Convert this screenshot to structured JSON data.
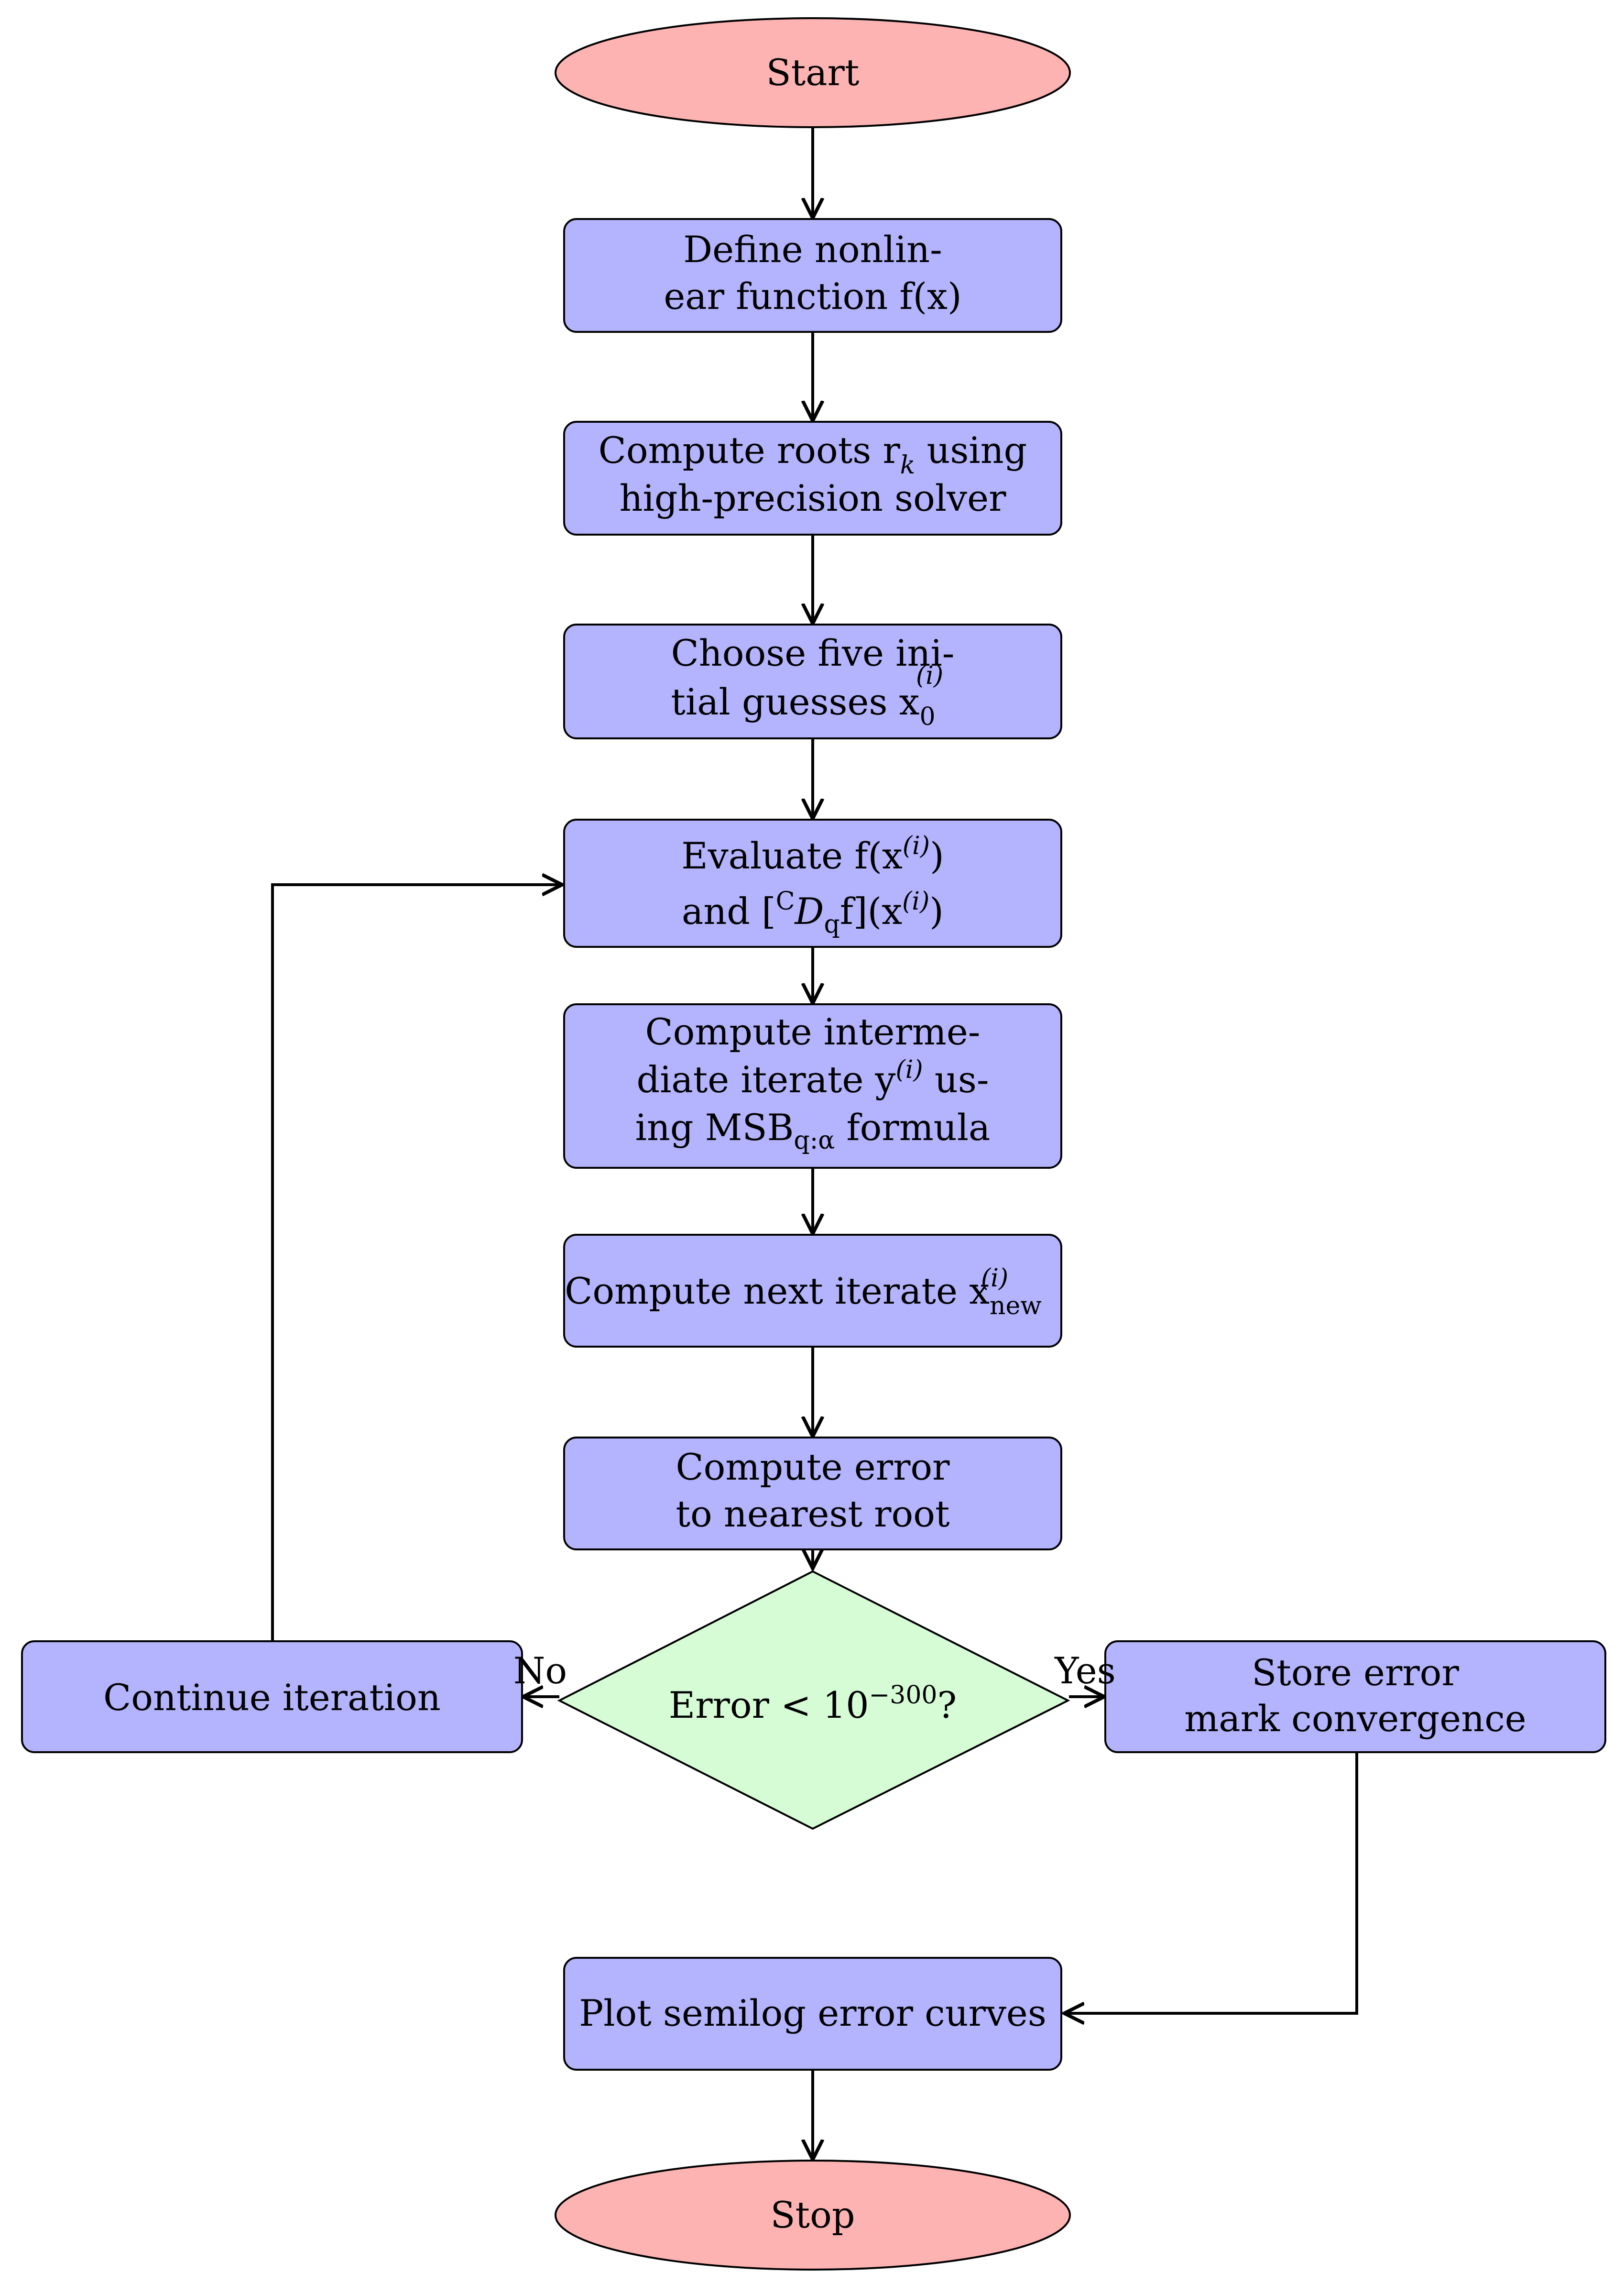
{
  "diagram": {
    "start": "Start",
    "stop": "Stop",
    "step_define": [
      "Define nonlin-",
      "ear function f(x)"
    ],
    "step_roots": [
      "Compute roots r",
      "k",
      " using",
      "high-precision solver"
    ],
    "step_guesses": [
      "Choose five ini-",
      "tial guesses x",
      "0",
      "(i)"
    ],
    "step_evaluate": [
      "Evaluate f(x",
      "(i)",
      ")",
      "and [",
      "C",
      "D",
      "q",
      "f](x",
      "(i)",
      ")"
    ],
    "step_intermediate": [
      "Compute interme-",
      "diate iterate y",
      "(i)",
      " us-",
      "ing MSB",
      "q:α",
      " formula"
    ],
    "step_next": [
      "Compute next iterate x",
      "new",
      "(i)"
    ],
    "step_error": [
      "Compute error",
      "to nearest root"
    ],
    "decision": [
      "Error < 10",
      "−300",
      "?"
    ],
    "continue": "Continue iteration",
    "store": [
      "Store error",
      "mark convergence"
    ],
    "plot": "Plot semilog error curves",
    "label_no": "No",
    "label_yes": "Yes"
  }
}
